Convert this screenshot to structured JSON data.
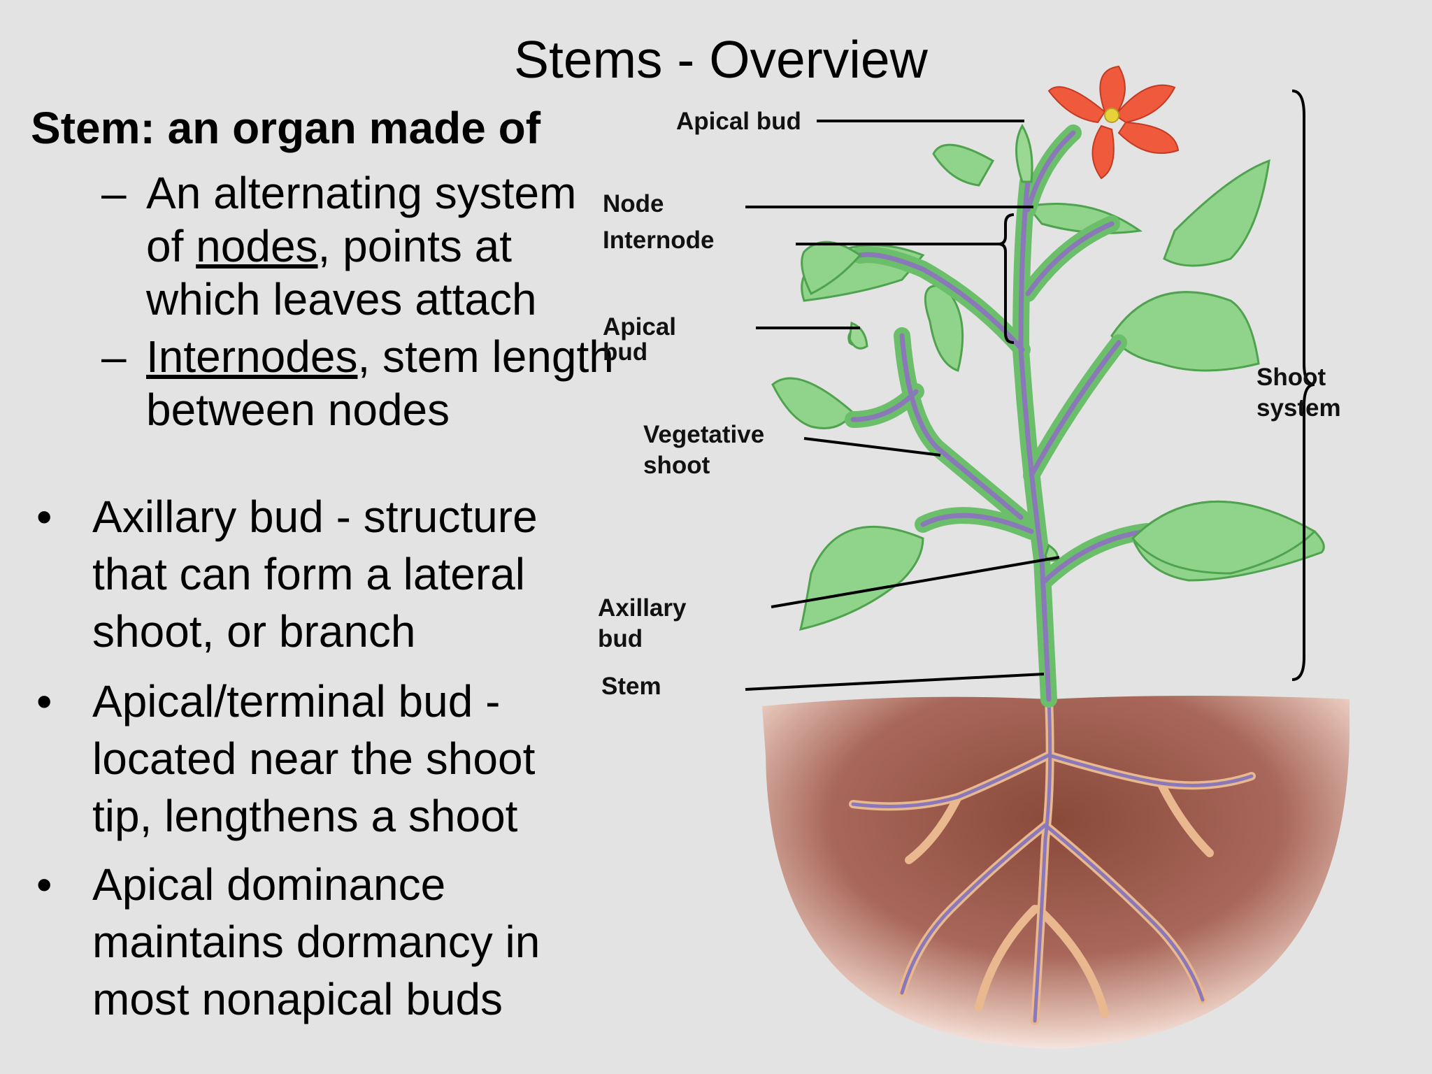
{
  "title": "Stems - Overview",
  "heading": "Stem: an organ made of",
  "sub_items": [
    {
      "lines": [
        "An alternating system",
        "of {u}, points at",
        "which leaves attach"
      ],
      "underline": "nodes"
    },
    {
      "lines": [
        "{u}, stem length",
        "between nodes"
      ],
      "underline": "Internodes"
    }
  ],
  "sub_marker": "–",
  "bullet_marker": "•",
  "bullets": [
    {
      "lines": [
        "Axillary bud - structure",
        "that can form a lateral",
        "shoot, or branch"
      ]
    },
    {
      "lines": [
        "Apical/terminal bud -",
        "located near the shoot",
        "tip, lengthens a shoot"
      ]
    },
    {
      "lines": [
        "Apical dominance",
        "maintains dormancy in",
        "most nonapical buds"
      ]
    }
  ],
  "diagram_labels": {
    "apical_bud_top": "Apical bud",
    "node": "Node",
    "internode": "Internode",
    "apical_bud_lower": [
      "Apical",
      "bud"
    ],
    "vegetative_shoot": [
      "Vegetative",
      "shoot"
    ],
    "axillary_bud": [
      "Axillary",
      "bud"
    ],
    "stem": "Stem",
    "shoot_system": [
      "Shoot",
      "system"
    ]
  },
  "colors": {
    "background": "#e3e3e3",
    "leaf": "#8fd48a",
    "leaf_dark": "#4fa24e",
    "vein": "#8a78b8",
    "stem": "#6cbf6a",
    "petal": "#f05a3c",
    "soil": "#8a4a3a",
    "root": "#e9b88e"
  }
}
